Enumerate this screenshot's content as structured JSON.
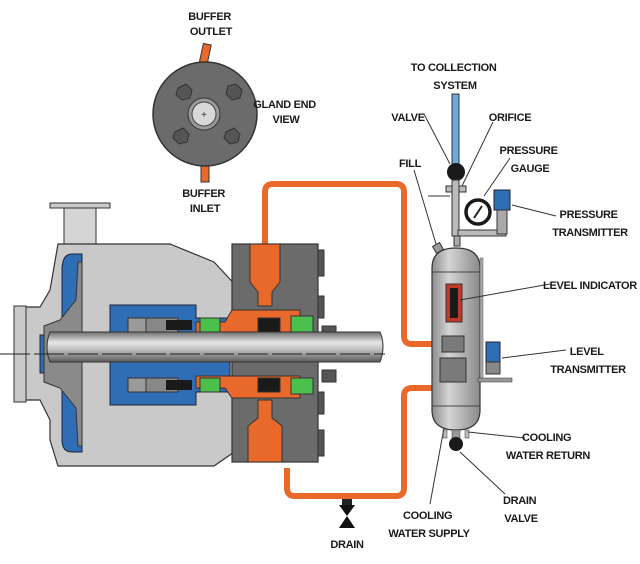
{
  "title": "Dual Mechanical Seal Buffer System Diagram",
  "colors": {
    "buffer_fluid": "#e8692a",
    "process_fluid": "#2f6db5",
    "casing": "#c9c9c9",
    "gland": "#6b6b6b",
    "seal_face": "#4cc04c",
    "collection_pipe": "#6fa8dc"
  },
  "labels": {
    "buffer_outlet": [
      "BUFFER",
      "OUTLET"
    ],
    "buffer_inlet": [
      "BUFFER",
      "INLET"
    ],
    "gland_end_view": [
      "GLAND END",
      "VIEW"
    ],
    "to_collection_system": [
      "TO COLLECTION",
      "SYSTEM"
    ],
    "valve": "VALVE",
    "orifice": "ORIFICE",
    "pressure_gauge": [
      "PRESSURE",
      "GAUGE"
    ],
    "fill": "FILL",
    "pressure_transmitter": [
      "PRESSURE",
      "TRANSMITTER"
    ],
    "level_indicator": "LEVEL INDICATOR",
    "level_transmitter": [
      "LEVEL",
      "TRANSMITTER"
    ],
    "cooling_water_return": [
      "COOLING",
      "WATER RETURN"
    ],
    "drain_valve": [
      "DRAIN",
      "VALVE"
    ],
    "cooling_water_supply": [
      "COOLING",
      "WATER SUPPLY"
    ],
    "drain": "DRAIN"
  }
}
